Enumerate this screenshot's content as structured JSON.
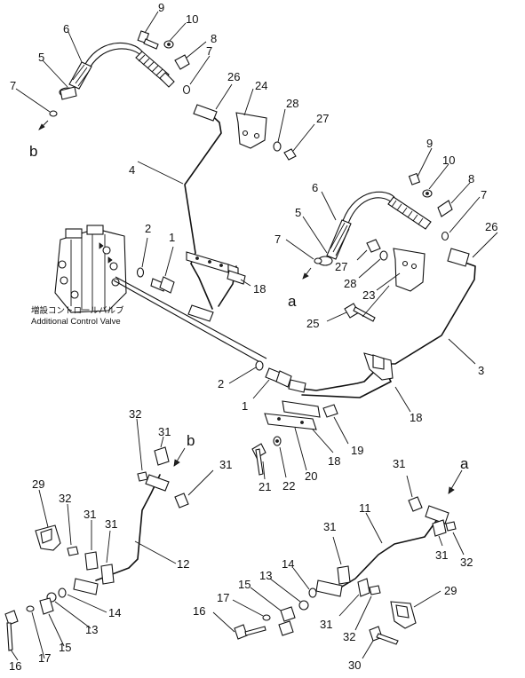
{
  "caption": {
    "japanese": "増設コントロールバルブ",
    "english": "Additional Control Valve"
  },
  "refs": {
    "a": "a",
    "b": "b"
  },
  "callouts": {
    "c1": "1",
    "c2": "1",
    "c3": "2",
    "c4": "2",
    "c5": "3",
    "c6": "4",
    "c7": "5",
    "c8": "5",
    "c9": "6",
    "c10": "6",
    "c11": "7",
    "c12": "7",
    "c13": "7",
    "c14": "7",
    "c15": "8",
    "c16": "8",
    "c17": "9",
    "c18": "9",
    "c19": "10",
    "c20": "10",
    "c21": "11",
    "c22": "12",
    "c23": "13",
    "c24": "13",
    "c25": "14",
    "c26": "14",
    "c27": "15",
    "c28": "15",
    "c29": "16",
    "c30": "16",
    "c31": "17",
    "c32": "17",
    "c33": "18",
    "c34": "18",
    "c35": "18",
    "c36": "19",
    "c37": "20",
    "c38": "21",
    "c39": "22",
    "c40": "23",
    "c41": "24",
    "c42": "25",
    "c43": "26",
    "c44": "26",
    "c45": "27",
    "c46": "27",
    "c47": "28",
    "c48": "28",
    "c49": "29",
    "c50": "29",
    "c51": "30",
    "c52": "31",
    "c53": "31",
    "c54": "31",
    "c55": "31",
    "c56": "31",
    "c57": "31",
    "c58": "31",
    "c59": "31",
    "c60": "32",
    "c61": "32",
    "c62": "32",
    "c63": "32"
  }
}
